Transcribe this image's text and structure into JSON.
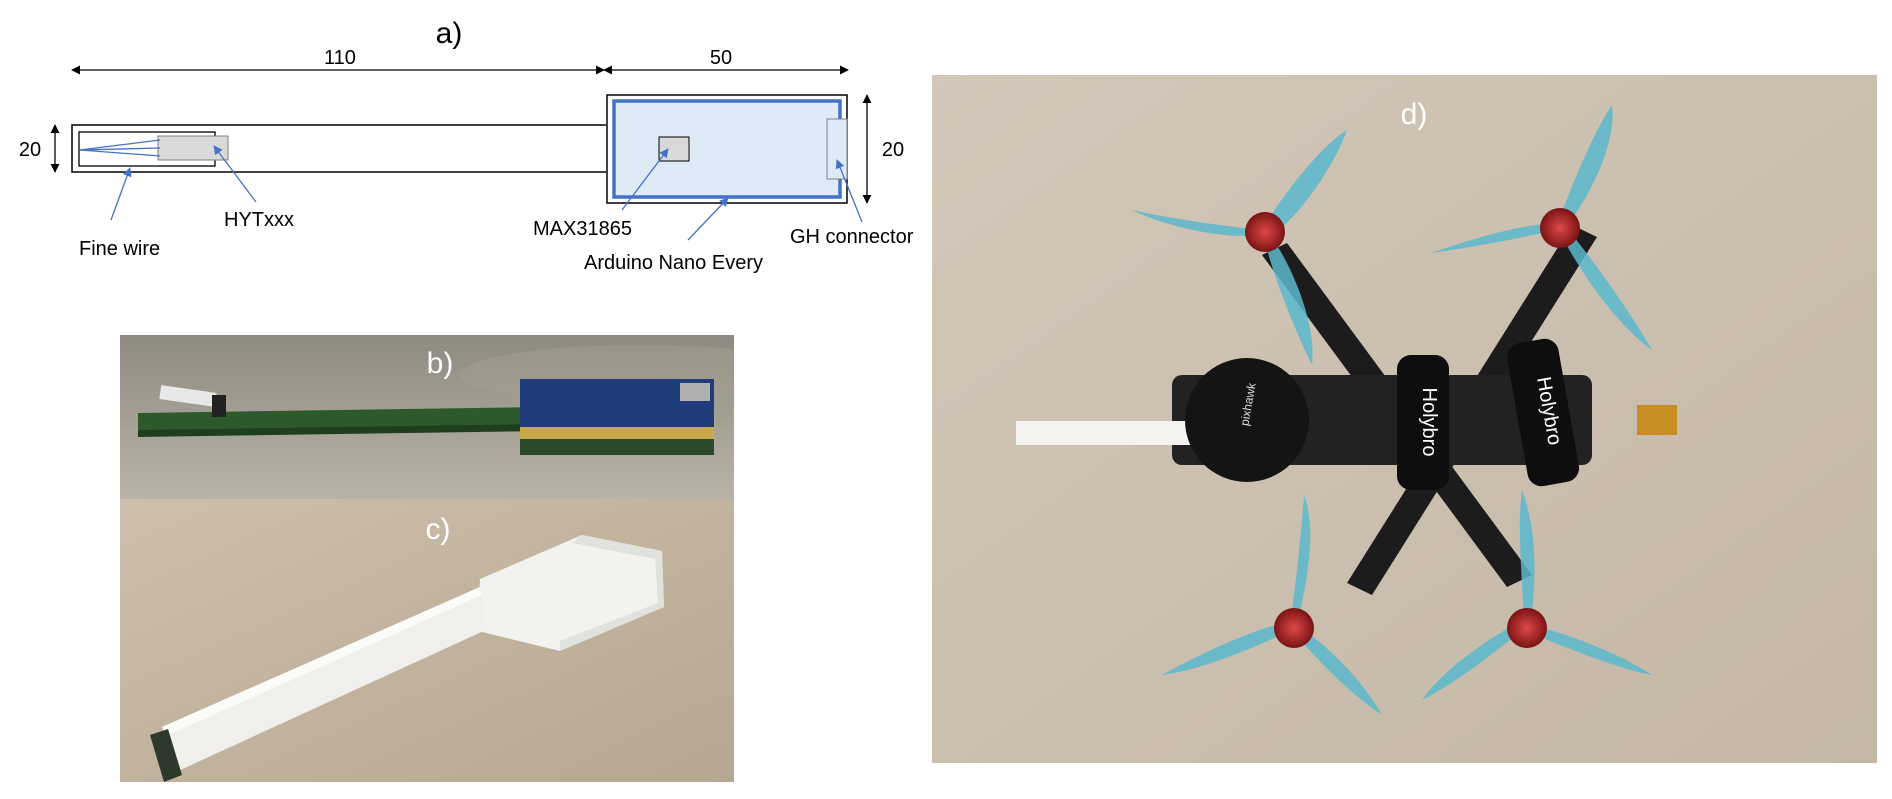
{
  "schematic": {
    "panel_label": "a)",
    "dims": {
      "probe_length": "110",
      "board_length": "50",
      "probe_width": "20",
      "board_width": "20"
    },
    "labels": {
      "fine_wire": "Fine wire",
      "hyt": "HYTxxx",
      "max": "MAX31865",
      "arduino": "Arduino Nano Every",
      "gh": "GH connector"
    },
    "colors": {
      "line": "#000000",
      "board_outline": "#4472c4",
      "board_fill": "#deebf7",
      "sensor_fill": "#d9d9d9",
      "arrow": "#4472c4"
    }
  },
  "photo_b": {
    "panel_label": "b)"
  },
  "photo_c": {
    "panel_label": "c)"
  },
  "photo_d": {
    "panel_label": "d)",
    "texts": {
      "brand_1": "Holybro",
      "brand_2": "Holybro",
      "gps": "pixhawk"
    }
  }
}
